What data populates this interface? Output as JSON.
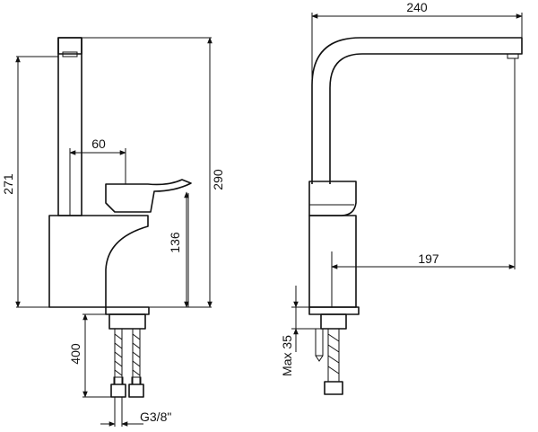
{
  "dimensions": {
    "front_height_total": "271",
    "front_height_spout": "290",
    "handle_offset": "60",
    "lever_height": "136",
    "hose_length": "400",
    "thread": "G3/8\"",
    "spout_reach_top": "240",
    "spout_reach_inner": "197",
    "deck_thickness": "Max 35"
  }
}
